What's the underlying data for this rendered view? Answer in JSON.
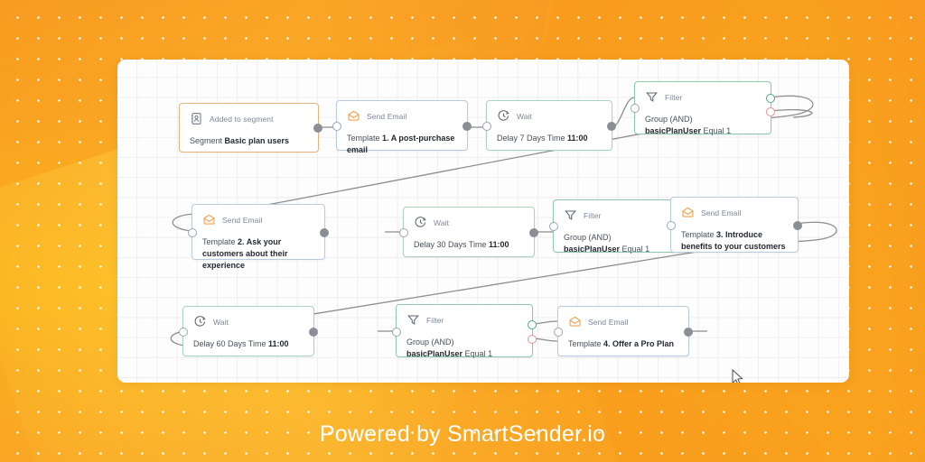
{
  "footer": {
    "text": "Powered by SmartSender.io"
  },
  "canvas": {
    "nodes": [
      {
        "id": "n1",
        "kind": "trigger",
        "icon": "contact-card-icon",
        "title": "Added to segment",
        "body_prefix": "Segment ",
        "body_strong": "Basic plan users",
        "body_suffix": ""
      },
      {
        "id": "n2",
        "kind": "email",
        "icon": "envelope-icon",
        "title": "Send Email",
        "body_prefix": "Template ",
        "body_strong": "1. A post-purchase email",
        "body_suffix": ""
      },
      {
        "id": "n3",
        "kind": "wait",
        "icon": "clock-icon",
        "title": "Wait",
        "body_prefix": "Delay 7 Days Time ",
        "body_strong": "11:00",
        "body_suffix": ""
      },
      {
        "id": "n4",
        "kind": "filter",
        "icon": "funnel-icon",
        "title": "Filter",
        "line1": "Group (AND)",
        "cond_strong": "basicPlanUser",
        "cond_rest": " Equal 1"
      },
      {
        "id": "n5",
        "kind": "email",
        "icon": "envelope-icon",
        "title": "Send Email",
        "body_prefix": "Template ",
        "body_strong": "2. Ask your customers about their experience",
        "body_suffix": ""
      },
      {
        "id": "n6",
        "kind": "wait",
        "icon": "clock-icon",
        "title": "Wait",
        "body_prefix": "Delay 30 Days Time ",
        "body_strong": "11:00",
        "body_suffix": ""
      },
      {
        "id": "n7",
        "kind": "filter",
        "icon": "funnel-icon",
        "title": "Filter",
        "line1": "Group (AND)",
        "cond_strong": "basicPlanUser",
        "cond_rest": " Equal 1"
      },
      {
        "id": "n8",
        "kind": "email",
        "icon": "envelope-icon",
        "title": "Send Email",
        "body_prefix": "Template ",
        "body_strong": "3. Introduce benefits to your customers",
        "body_suffix": ""
      },
      {
        "id": "n9",
        "kind": "wait",
        "icon": "clock-icon",
        "title": "Wait",
        "body_prefix": "Delay 60 Days Time ",
        "body_strong": "11:00",
        "body_suffix": ""
      },
      {
        "id": "n10",
        "kind": "filter",
        "icon": "funnel-icon",
        "title": "Filter",
        "line1": "Group (AND)",
        "cond_strong": "basicPlanUser",
        "cond_rest": " Equal 1"
      },
      {
        "id": "n11",
        "kind": "email",
        "icon": "envelope-icon",
        "title": "Send Email",
        "body_prefix": "Template ",
        "body_strong": "4. Offer a Pro Plan",
        "body_suffix": ""
      }
    ]
  },
  "colors": {
    "trigger_border": "#e2b37a",
    "email_border": "#b7cce0",
    "wait_border": "#a9d3c1",
    "filter_border": "#8fc9ad",
    "port_true": "#4aab7e",
    "port_false": "#e4928e",
    "edge": "#8d8d8d",
    "brand_orange": "#f89b1c",
    "footer_text": "#ffffff"
  }
}
